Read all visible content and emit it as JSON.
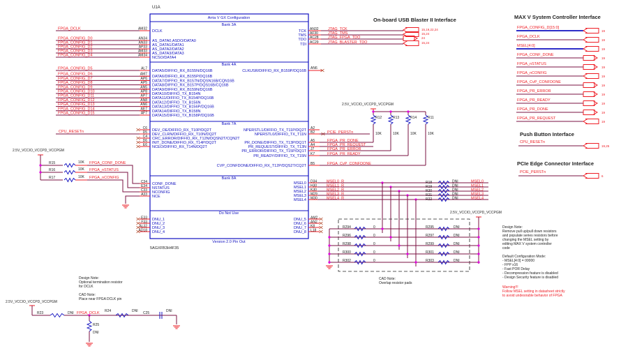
{
  "part": {
    "ref": "U1A",
    "title": "Arria V GX Configuration",
    "part_number": "5AGXFB3H4F35",
    "version": "Version 2.0 Pin Out",
    "banks": {
      "bank3a": "Bank 3A",
      "bank4a": "Bank 4A",
      "bank7a": "Bank 7A",
      "bank8a": "Bank 8A",
      "dnu": "Do Not Use"
    }
  },
  "bank3a_left": [
    {
      "net": "FPGA_DCLK",
      "pin": "AM32",
      "func": "DCLK"
    },
    {
      "net": "FPGA_CONFIG_D0",
      "pin": "AN34",
      "func": "AS_DATA0,ASDO/DATA0"
    },
    {
      "net": "FPGA_CONFIG_D1",
      "pin": "AN33",
      "func": "AS_DATA1/DATA1"
    },
    {
      "net": "FPGA_CONFIG_D2",
      "pin": "AP33",
      "func": "AS_DATA2/DATA2"
    },
    {
      "net": "FPGA_CONFIG_D3",
      "pin": "AM33",
      "func": "AS_DATA3/DATA3"
    },
    {
      "net": "FPGA_CONFIG_D4",
      "pin": "AM34",
      "func": "NCSO/DATA4"
    }
  ],
  "bank3a_right": [
    {
      "func": "TCK",
      "pin": "AN32",
      "net": "JTAG_TCK",
      "refs": "15,19,22,24"
    },
    {
      "func": "TMS",
      "pin": "AF30",
      "net": "JTAG_TMS",
      "refs": "15,24"
    },
    {
      "func": "TDO",
      "pin": "AC28",
      "net": "JTAG_FPGA_TDO",
      "refs": "24"
    },
    {
      "func": "TDI",
      "pin": "AC29",
      "net": "JTAG_BLASTER_TDO",
      "refs": "15,24"
    }
  ],
  "bank4a_left": [
    {
      "net": "FPGA_CONFIG_D5",
      "pin": "AL7",
      "func": "DATA5/DIFFIO_RX_B155N/DQ16B"
    },
    {
      "net": "FPGA_CONFIG_D6",
      "pin": "AM7",
      "func": "DATA6/DIFFIO_RX_B155P/DQ16B"
    },
    {
      "net": "FPGA_CONFIG_D7",
      "pin": "AP6",
      "func": "DATA7/DIFFIO_RX_B157N/DQSN16B/CQN16B"
    },
    {
      "net": "FPGA_CONFIG_D8",
      "pin": "AP5",
      "func": "DATA8/DIFFIO_RX_B157P/DQS16B/CQ16B"
    },
    {
      "net": "FPGA_CONFIG_D9",
      "pin": "AN5",
      "func": "DATA9/DIFFIO_RX_B159N/DQ16B"
    },
    {
      "net": "FPGA_CONFIG_D10",
      "pin": "AP8",
      "func": "DATA10/DIFFIO_TX_B154N"
    },
    {
      "net": "FPGA_CONFIG_D11",
      "pin": "AP7",
      "func": "DATA11/DIFFIO_TX_B154P/DQ16B"
    },
    {
      "net": "FPGA_CONFIG_D12",
      "pin": "AN8",
      "func": "DATA12/DIFFIO_TX_B156N"
    },
    {
      "net": "FPGA_CONFIG_D13",
      "pin": "AN6",
      "func": "DATA13/DIFFIO_TX_B156P/DQ16B"
    },
    {
      "net": "FPGA_CONFIG_D14",
      "pin": "AE7",
      "func": "DATA14/DIFFIO_TX_B158N"
    },
    {
      "net": "FPGA_CONFIG_D15",
      "pin": "AF7",
      "func": "DATA15/DIFFIO_TX_B158P/DQ16B"
    }
  ],
  "bank4a_right": [
    {
      "func": "CLKUSR/DIFFIO_RX_B159P/DQ16B",
      "pin": "AN6"
    }
  ],
  "bank7a_left": [
    {
      "net": "",
      "pin": "C6",
      "func": "DEV_OE/DIFFIO_RX_T10P/DQ2T"
    },
    {
      "net": "CPU_RESETn",
      "pin": "D5",
      "func": "DEV_CLRN/DIFFIO_RX_T10N/DQ2T"
    },
    {
      "net": "",
      "pin": "C4",
      "func": "CRC_ERROR/DIFFIO_RX_T12N/DQSN2T/CQN2T"
    },
    {
      "net": "",
      "pin": "D6",
      "func": "INIT_DONE/DIFFIO_RX_T14P/DQ2T"
    },
    {
      "net": "",
      "pin": "E6",
      "func": "NCEO/DIFFIO_RX_T14N/DQ2T"
    }
  ],
  "bank7a_right": [
    {
      "func": "NPERSTL1/DIFFIO_TX_T11P/DQ2T",
      "pin": "A2",
      "net": ""
    },
    {
      "func": "NPERSTL0/DIFFIO_TX_T11N",
      "pin": "B2",
      "net": "PCIE_PERSTn"
    },
    {
      "func": "PR_DONE/DIFFIO_TX_T13P/DQ1T",
      "pin": "A5",
      "net": "FPGA_PR_DONE"
    },
    {
      "func": "PR_REQUEST/DIFFIO_TX_T13N",
      "pin": "A4",
      "net": "FPGA_PR_REQUEST"
    },
    {
      "func": "PR_ERROR/DIFFIO_TX_T15P/DQ1T",
      "pin": "J7",
      "net": "FPGA_PR_ERROR"
    },
    {
      "func": "PR_READY/DIFFIO_TX_T15N",
      "pin": "K7",
      "net": "FPGA_PR_READY"
    },
    {
      "func": "CVP_CONFDONE/DIFFIO_RX_T12P/DQS2T/CQ2T",
      "pin": "B5",
      "net": "FPGA_CvP_CONFDONE"
    }
  ],
  "bank8a_left": [
    {
      "pin": "C34",
      "func": "CONF_DONE"
    },
    {
      "pin": "E34",
      "func": "NSTATUS"
    },
    {
      "pin": "C33",
      "func": "NCONFIG"
    },
    {
      "pin": "A33",
      "func": "NCE"
    }
  ],
  "bank8a_right": [
    {
      "func": "MSEL0",
      "pin": "D34",
      "net": "MSEL0_R",
      "res": "R18",
      "val": "DNI",
      "out": "MSEL0"
    },
    {
      "func": "MSEL1",
      "pin": "H30",
      "net": "MSEL1_R",
      "res": "R19",
      "val": "DNI",
      "out": "MSEL1"
    },
    {
      "func": "MSEL2",
      "pin": "K30",
      "net": "MSEL2_R",
      "res": "R20",
      "val": "DNI",
      "out": "MSEL2"
    },
    {
      "func": "MSEL3",
      "pin": "M29",
      "net": "MSEL3_R",
      "res": "R21",
      "val": "DNI",
      "out": "MSEL3"
    },
    {
      "func": "MSEL4",
      "pin": "M30",
      "net": "MSEL4_R",
      "res": "R22",
      "val": "DNI",
      "out": "MSEL4"
    }
  ],
  "dnu_left": [
    {
      "pin": "E33",
      "func": "DNU_1"
    },
    {
      "pin": "F33",
      "func": "DNU_2"
    },
    {
      "pin": "AL32",
      "func": "DNU_3"
    },
    {
      "pin": "AD18",
      "func": "DNU_4"
    }
  ],
  "dnu_right": [
    {
      "func": "DNU_5",
      "pin": "AM2"
    },
    {
      "func": "DNU_6",
      "pin": "AN2"
    },
    {
      "func": "DNU_7",
      "pin": "K8"
    },
    {
      "func": "DNU_8",
      "pin": "L18"
    }
  ],
  "pullups_left": {
    "rail": "2.5V_VCCIO_VCCPD_VCCPGM",
    "items": [
      {
        "res": "R15",
        "val": "10K",
        "net": "FPGA_CONF_DONE"
      },
      {
        "res": "R16",
        "val": "10K",
        "net": "FPGA_nSTATUS"
      },
      {
        "res": "R17",
        "val": "10K",
        "net": "FPGA_nCONFIG"
      }
    ]
  },
  "pullups_right": {
    "rail": "2.5V_VCCIO_VCCPD_VCCPGM",
    "items": [
      {
        "res": "R12",
        "val": "10K"
      },
      {
        "res": "R13",
        "val": "10K"
      },
      {
        "res": "R14",
        "val": "10K"
      },
      {
        "res": "R11",
        "val": "10K"
      }
    ]
  },
  "msel_pads": {
    "rail": "2.5V_VCCIO_VCCPD_VCCPGM",
    "rows": [
      {
        "pd": "R294",
        "pd_val": "0",
        "pu": "R295",
        "pu_val": "DNI"
      },
      {
        "pd": "R296",
        "pd_val": "0",
        "pu": "R297",
        "pu_val": "DNI"
      },
      {
        "pd": "R298",
        "pd_val": "0",
        "pu": "R299",
        "pu_val": "DNI"
      },
      {
        "pd": "R300",
        "pd_val": "0",
        "pu": "R301",
        "pu_val": "DNI"
      },
      {
        "pd": "R302",
        "pd_val": "0",
        "pu": "R303",
        "pu_val": "DNI"
      }
    ],
    "cad_note_title": "CAD Note:",
    "cad_note_body": "Overlap resistor pads"
  },
  "dclk_term": {
    "note_title": "Design Note:",
    "note_line1": "Optional termination resistor",
    "note_line2": "for DCLK",
    "cad_title": "CAD Note:",
    "cad_body": "Place near FPGA DCLK pin",
    "rail": "2.5V_VCCIO_VCCPD_VCCPGM",
    "r23": "R23",
    "r23_val": "DNI",
    "net": "FPGA_DCLK",
    "r24": "R24",
    "r24_val": "DNI",
    "c25": "C25",
    "c25_val": "DNI",
    "r25": "R25",
    "r25_val": "DNI"
  },
  "usb_blaster": {
    "title": "On-board USB Blaster II Interface"
  },
  "max_v": {
    "title": "MAX V System Controller Interface",
    "items": [
      {
        "net": "FPGA_CONFIG_D[15:0]",
        "dir": "in",
        "bus": true,
        "ref": "19"
      },
      {
        "net": "FPGA_DCLK",
        "dir": "in",
        "bus": false,
        "ref": "19"
      },
      {
        "net": "MSEL[4:0]",
        "dir": "in",
        "bus": true,
        "ref": "19"
      },
      {
        "net": "FPGA_CONF_DONE",
        "dir": "out",
        "bus": false,
        "ref": "19"
      },
      {
        "net": "FPGA_nSTATUS",
        "dir": "out",
        "bus": false,
        "ref": "19"
      },
      {
        "net": "FPGA_nCONFIG",
        "dir": "in",
        "bus": false,
        "ref": "19"
      },
      {
        "net": "FPGA_CvP_CONFDONE",
        "dir": "out",
        "bus": false,
        "ref": "19"
      },
      {
        "net": "FPGA_PR_ERROR",
        "dir": "out",
        "bus": false,
        "ref": "19"
      },
      {
        "net": "FPGA_PR_READY",
        "dir": "out",
        "bus": false,
        "ref": "19"
      },
      {
        "net": "FPGA_PR_DONE",
        "dir": "out",
        "bus": false,
        "ref": "19"
      },
      {
        "net": "FPGA_PR_REQUEST",
        "dir": "in",
        "bus": false,
        "ref": "19"
      }
    ]
  },
  "push_button": {
    "title": "Push Button Interface",
    "net": "CPU_RESETn",
    "ref": "19,25"
  },
  "pcie": {
    "title": "PCIe Edge Connector Interface",
    "net": "PCIE_PERSTn",
    "ref": "6"
  },
  "design_note": {
    "title": "Design Note:",
    "lines": [
      "Remove pull up/pull down resistors",
      "and populate series resistors before",
      "changing the MSEL setting by",
      "editing MAX V system controller",
      "code"
    ],
    "default_title": "Default Configuration Mode:",
    "defaults": [
      "- MSEL[4:0] = 00000",
      "- FPP x16",
      "- Fast POR Delay",
      "- Decompression feature is disabled",
      "- Design Security feature is disabled"
    ],
    "warning_title": "Warning!!!",
    "warning_lines": [
      "Follow MSEL setting in datasheet strictly",
      "to avoid undesirable behavior of FPGA"
    ]
  },
  "colors": {
    "symbol": "#1010c0",
    "net": "#ee1c24",
    "wire": "#7a1040",
    "junction": "#e000e0",
    "text": "#222222"
  }
}
